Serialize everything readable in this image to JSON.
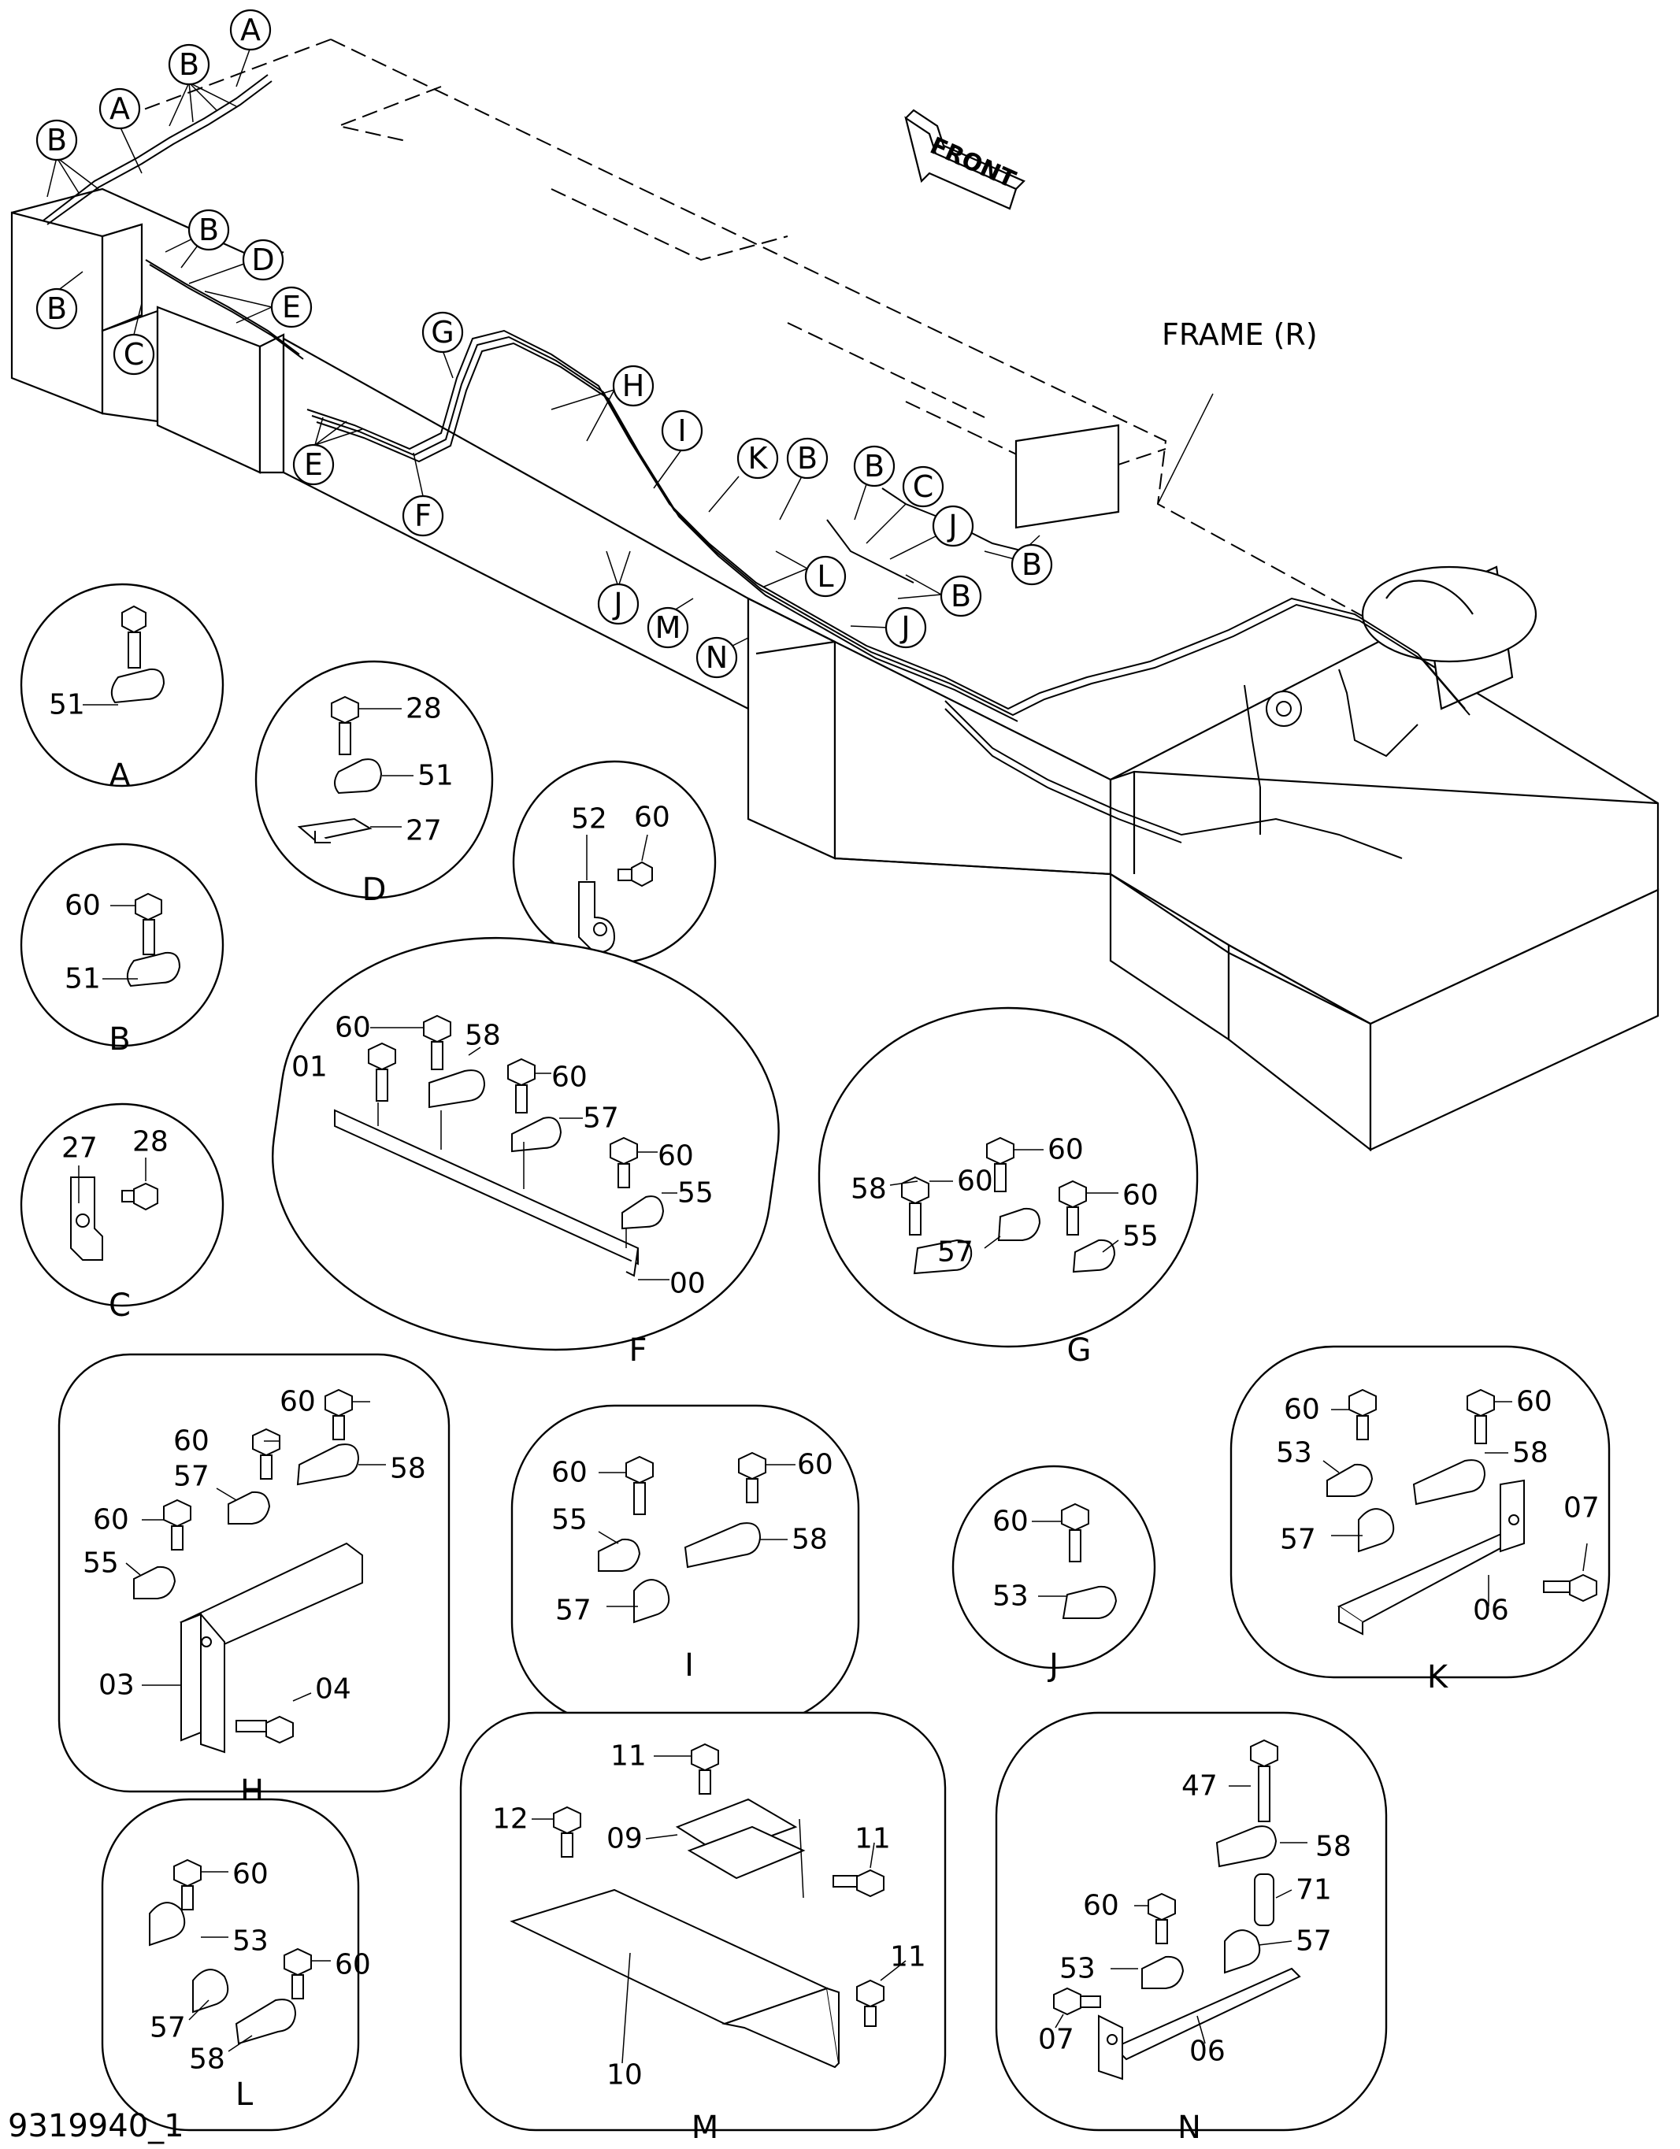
{
  "drawing_id": "9319940_1",
  "labels": {
    "front": "FRONT",
    "frame": "FRAME (R)"
  },
  "callouts": {
    "A": "A",
    "B": "B",
    "C": "C",
    "D": "D",
    "E": "E",
    "F": "F",
    "G": "G",
    "H": "H",
    "I": "I",
    "J": "J",
    "K": "K",
    "L": "L",
    "M": "M",
    "N": "N"
  },
  "details": [
    {
      "id": "A",
      "parts": [
        "51"
      ]
    },
    {
      "id": "B",
      "parts": [
        "60",
        "51"
      ]
    },
    {
      "id": "C",
      "parts": [
        "27",
        "28"
      ]
    },
    {
      "id": "D",
      "parts": [
        "28",
        "51",
        "27"
      ]
    },
    {
      "id": "E",
      "parts": [
        "52",
        "60"
      ]
    },
    {
      "id": "F",
      "parts": [
        "60",
        "58",
        "01",
        "60",
        "57",
        "60",
        "55",
        "00"
      ]
    },
    {
      "id": "G",
      "parts": [
        "60",
        "58",
        "60",
        "60",
        "57",
        "55"
      ]
    },
    {
      "id": "H",
      "parts": [
        "60",
        "60",
        "58",
        "57",
        "60",
        "55",
        "03",
        "04"
      ]
    },
    {
      "id": "I",
      "parts": [
        "60",
        "60",
        "55",
        "58",
        "57"
      ]
    },
    {
      "id": "J",
      "parts": [
        "60",
        "53"
      ]
    },
    {
      "id": "K",
      "parts": [
        "60",
        "60",
        "53",
        "58",
        "57",
        "07",
        "06"
      ]
    },
    {
      "id": "L",
      "parts": [
        "60",
        "53",
        "60",
        "57",
        "58"
      ]
    },
    {
      "id": "M",
      "parts": [
        "11",
        "12",
        "09",
        "11",
        "11",
        "10"
      ]
    },
    {
      "id": "N",
      "parts": [
        "47",
        "58",
        "71",
        "60",
        "57",
        "53",
        "07",
        "06"
      ]
    }
  ]
}
